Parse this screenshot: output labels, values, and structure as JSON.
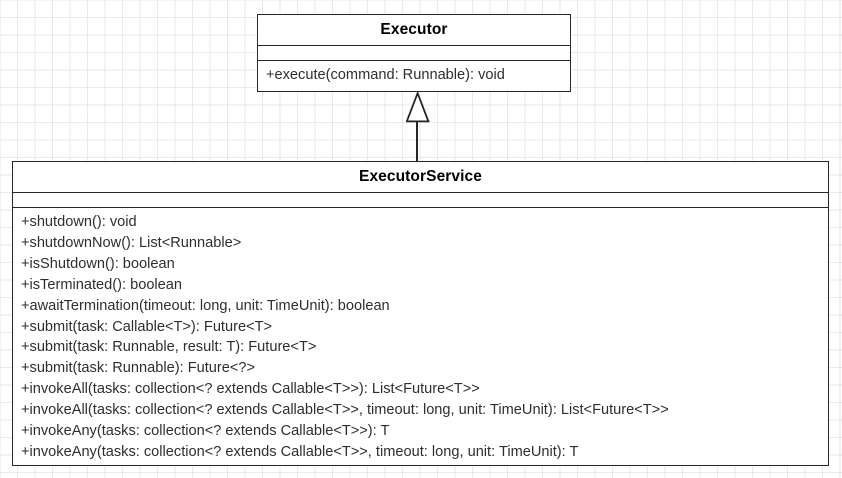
{
  "diagram": {
    "type": "uml-class-diagram",
    "background": "#ffffff",
    "grid_color": "#e1e1eb",
    "line_color": "#262626",
    "text_color": "#2e2e2e"
  },
  "classes": [
    {
      "id": "executor",
      "name": "Executor",
      "attributes": [],
      "operations": [
        "+execute(command: Runnable): void"
      ]
    },
    {
      "id": "executorservice",
      "name": "ExecutorService",
      "attributes": [],
      "operations": [
        "+shutdown(): void",
        "+shutdownNow(): List<Runnable>",
        "+isShutdown(): boolean",
        "+isTerminated(): boolean",
        "+awaitTermination(timeout: long, unit: TimeUnit): boolean",
        "+submit(task: Callable<T>): Future<T>",
        "+submit(task: Runnable, result: T): Future<T>",
        "+submit(task: Runnable): Future<?>",
        "+invokeAll(tasks: collection<? extends Callable<T>>): List<Future<T>>",
        "+invokeAll(tasks: collection<? extends Callable<T>>, timeout: long, unit: TimeUnit): List<Future<T>>",
        "+invokeAny(tasks: collection<? extends Callable<T>>): T",
        "+invokeAny(tasks: collection<? extends Callable<T>>, timeout: long, unit: TimeUnit): T"
      ]
    }
  ],
  "relationships": [
    {
      "id": "generalization-executorservice-executor",
      "kind": "generalization",
      "source": "ExecutorService",
      "target": "Executor",
      "arrow": "hollow-triangle"
    }
  ]
}
